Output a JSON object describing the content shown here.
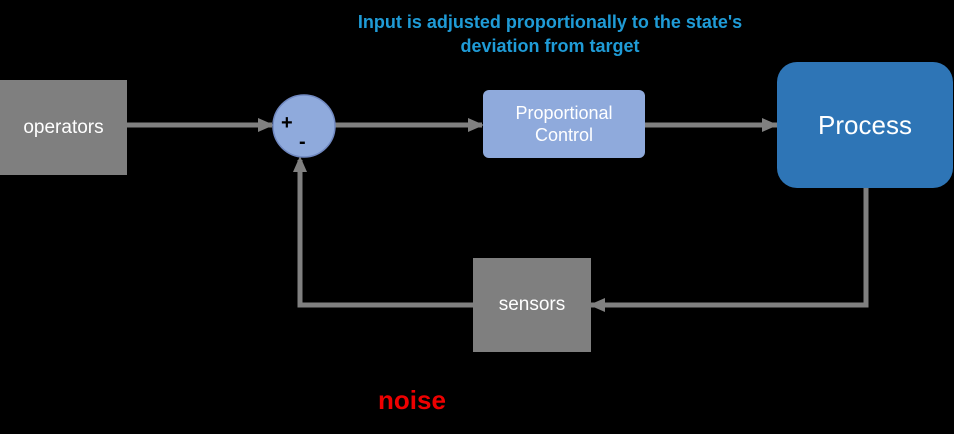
{
  "annotation": {
    "line1": "Input is adjusted proportionally to the state's",
    "line2": "deviation from target",
    "color": "#1f9bd6"
  },
  "blocks": {
    "operators": "operators",
    "proportional_line1": "Proportional",
    "proportional_line2": "Control",
    "process": "Process",
    "sensors": "sensors"
  },
  "summing_junction": {
    "plus": "+",
    "minus": "-"
  },
  "noise": {
    "label": "noise",
    "color": "#ee0000"
  },
  "colors": {
    "gray_block": "#7f7f7f",
    "proportional_block": "#8faadc",
    "process_block": "#2e75b6",
    "junction": "#8faadc",
    "connector": "#808080"
  }
}
